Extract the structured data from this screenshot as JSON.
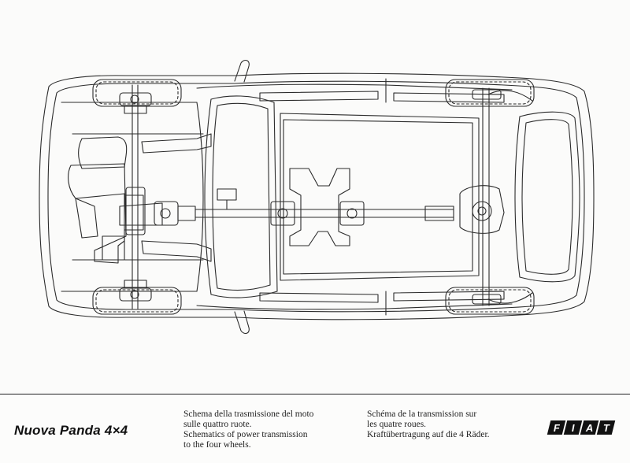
{
  "caption": {
    "title": "Nuova Panda 4×4",
    "italian": [
      "Schema della trasmissione del moto",
      "sulle quattro ruote."
    ],
    "english": [
      "Schematics of power transmission",
      "to the four wheels."
    ],
    "french": [
      "Schéma de la transmission sur",
      "les quatre roues."
    ],
    "german": [
      "Kraftübertragung auf die 4 Räder."
    ]
  },
  "logo": {
    "text": "FIAT",
    "letters": [
      "F",
      "I",
      "A",
      "T"
    ]
  }
}
